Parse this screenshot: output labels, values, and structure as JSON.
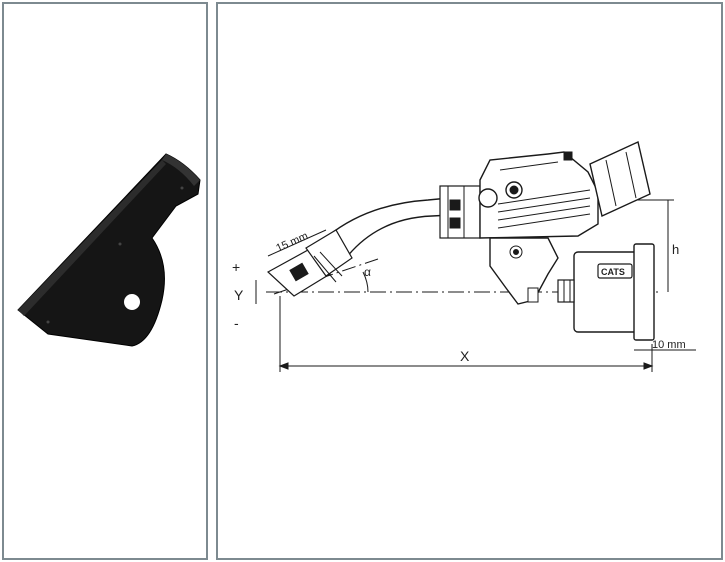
{
  "colors": {
    "frame": "#7d8a90",
    "bracket": "#151515",
    "line": "#1a1a1a"
  },
  "icons": {
    "bracket": "mounting-bracket-icon",
    "torch": "welding-torch-icon"
  },
  "drawing": {
    "label_plus": "+",
    "label_minus": "-",
    "label_y": "Y",
    "label_alpha": "α",
    "label_x": "X",
    "label_h": "h",
    "label_15mm": "15 mm",
    "label_10mm": "10 mm",
    "brand": "CATS"
  }
}
